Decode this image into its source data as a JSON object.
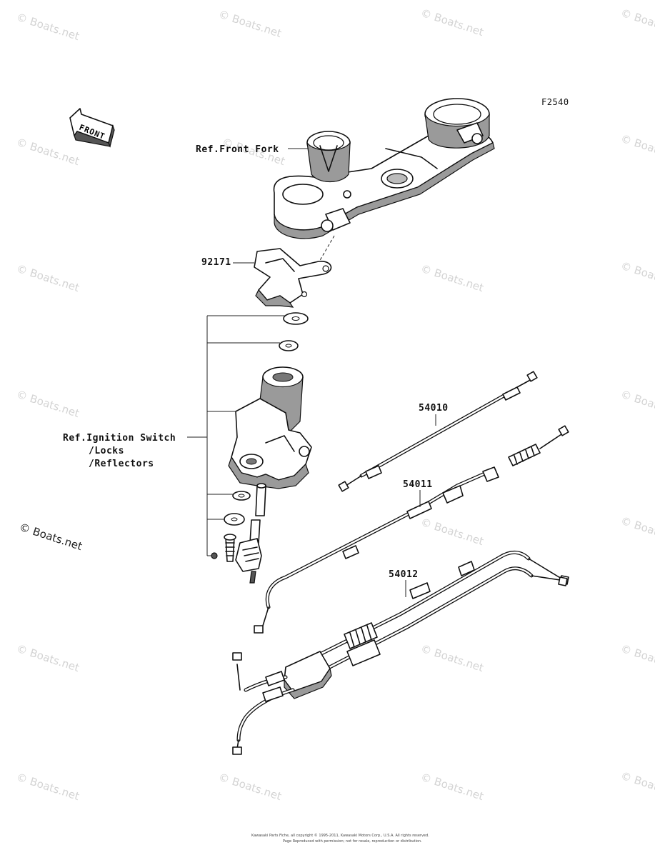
{
  "figure_id": "F2540",
  "direction_badge": {
    "text": "FRONT",
    "icon": "front-arrow-icon"
  },
  "labels": {
    "front_fork": "Ref.Front Fork",
    "part_92171": "92171",
    "ignition_line1": "Ref.Ignition Switch",
    "ignition_line2": "/Locks",
    "ignition_line3": "/Reflectors",
    "part_54010": "54010",
    "part_54011": "54011",
    "part_54012": "54012"
  },
  "watermark": "© Boats.net",
  "footer": {
    "line1": "Kawasaki Parts Fiche, all copyright © 1995-2011, Kawasaki Motors Corp., U.S.A. All rights reserved.",
    "line2": "Page Reproduced with permission; not for resale, reproduction or distribution."
  },
  "colors": {
    "line": "#111111",
    "shade": "#9a9a9a",
    "watermark": "#d4d4d4"
  }
}
